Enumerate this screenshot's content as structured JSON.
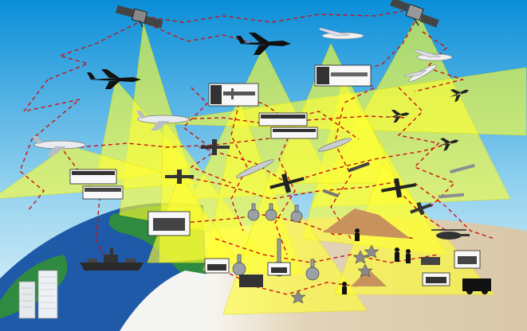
{
  "diagram": {
    "colors": {
      "sky_top": "#0a8ed8",
      "sky_bottom": "#e8f6fb",
      "ocean": "#1e5aa8",
      "land": "#2e8b3f",
      "desert": "#d8c7a8",
      "coverage": "#ffff33",
      "link": "#cc1111",
      "platform": "#1a1a1a",
      "tan_pile": "#c8925c"
    },
    "nodes": [
      {
        "id": "sat-left",
        "kind": "satellite"
      },
      {
        "id": "sat-right",
        "kind": "satellite"
      },
      {
        "id": "bomber",
        "kind": "aircraft"
      },
      {
        "id": "jet-left",
        "kind": "aircraft"
      },
      {
        "id": "awacs",
        "kind": "aircraft"
      },
      {
        "id": "airliner",
        "kind": "aircraft"
      },
      {
        "id": "uav-global-hawk",
        "kind": "uav"
      },
      {
        "id": "uav-global-hawk-2",
        "kind": "uav"
      },
      {
        "id": "uav-predator-1",
        "kind": "uav"
      },
      {
        "id": "uav-predator-2",
        "kind": "uav"
      },
      {
        "id": "uav-predator-3",
        "kind": "uav"
      },
      {
        "id": "uav-small",
        "kind": "uav"
      },
      {
        "id": "fighter-1",
        "kind": "aircraft"
      },
      {
        "id": "fighter-2",
        "kind": "aircraft"
      },
      {
        "id": "fighter-3",
        "kind": "aircraft"
      },
      {
        "id": "cruise-missile",
        "kind": "missile"
      },
      {
        "id": "helicopter",
        "kind": "helicopter"
      },
      {
        "id": "warship",
        "kind": "ship"
      },
      {
        "id": "buildings",
        "kind": "building"
      },
      {
        "id": "ground-vehicles",
        "kind": "vehicle"
      },
      {
        "id": "soldiers",
        "kind": "personnel"
      },
      {
        "id": "sensors",
        "kind": "sensor"
      }
    ]
  }
}
